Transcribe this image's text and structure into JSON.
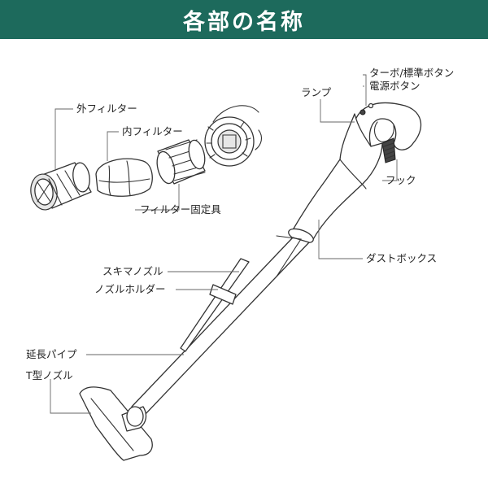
{
  "header": {
    "title": "各部の名称",
    "bg_color": "#1d6a5c",
    "text_color": "#ffffff"
  },
  "labels": {
    "outer_filter": "外フィルター",
    "inner_filter": "内フィルター",
    "filter_fixture": "フィルター固定具",
    "lamp": "ランプ",
    "turbo_button": "ターボ/標準ボタン",
    "power_button": "電源ボタン",
    "hook": "フック",
    "dust_box": "ダストボックス",
    "crevice_nozzle": "スキマノズル",
    "nozzle_holder": "ノズルホルダー",
    "extension_pipe": "延長パイプ",
    "t_nozzle": "T型ノズル"
  }
}
